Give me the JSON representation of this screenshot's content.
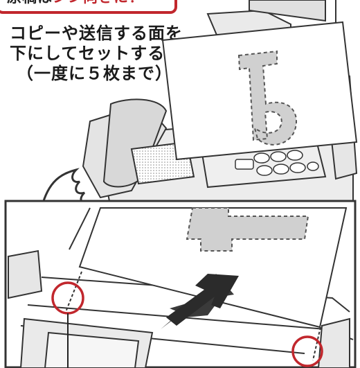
{
  "banner": {
    "prefix": "原稿は",
    "emphasis": "シン向きに！"
  },
  "instruction": {
    "line1": "コピーや送信する面を",
    "line2": "下にしてセットする",
    "line3": "（一度に５枚まで）"
  },
  "colors": {
    "callout_red": "#c1272d",
    "line_gray": "#333333",
    "fill_gray": "#bdbdbd",
    "dash_fill": "#d0d0d0"
  },
  "icons": [
    "fax-machine-illustration",
    "document-paper",
    "insert-arrow-icon",
    "guide-circle-marker"
  ]
}
